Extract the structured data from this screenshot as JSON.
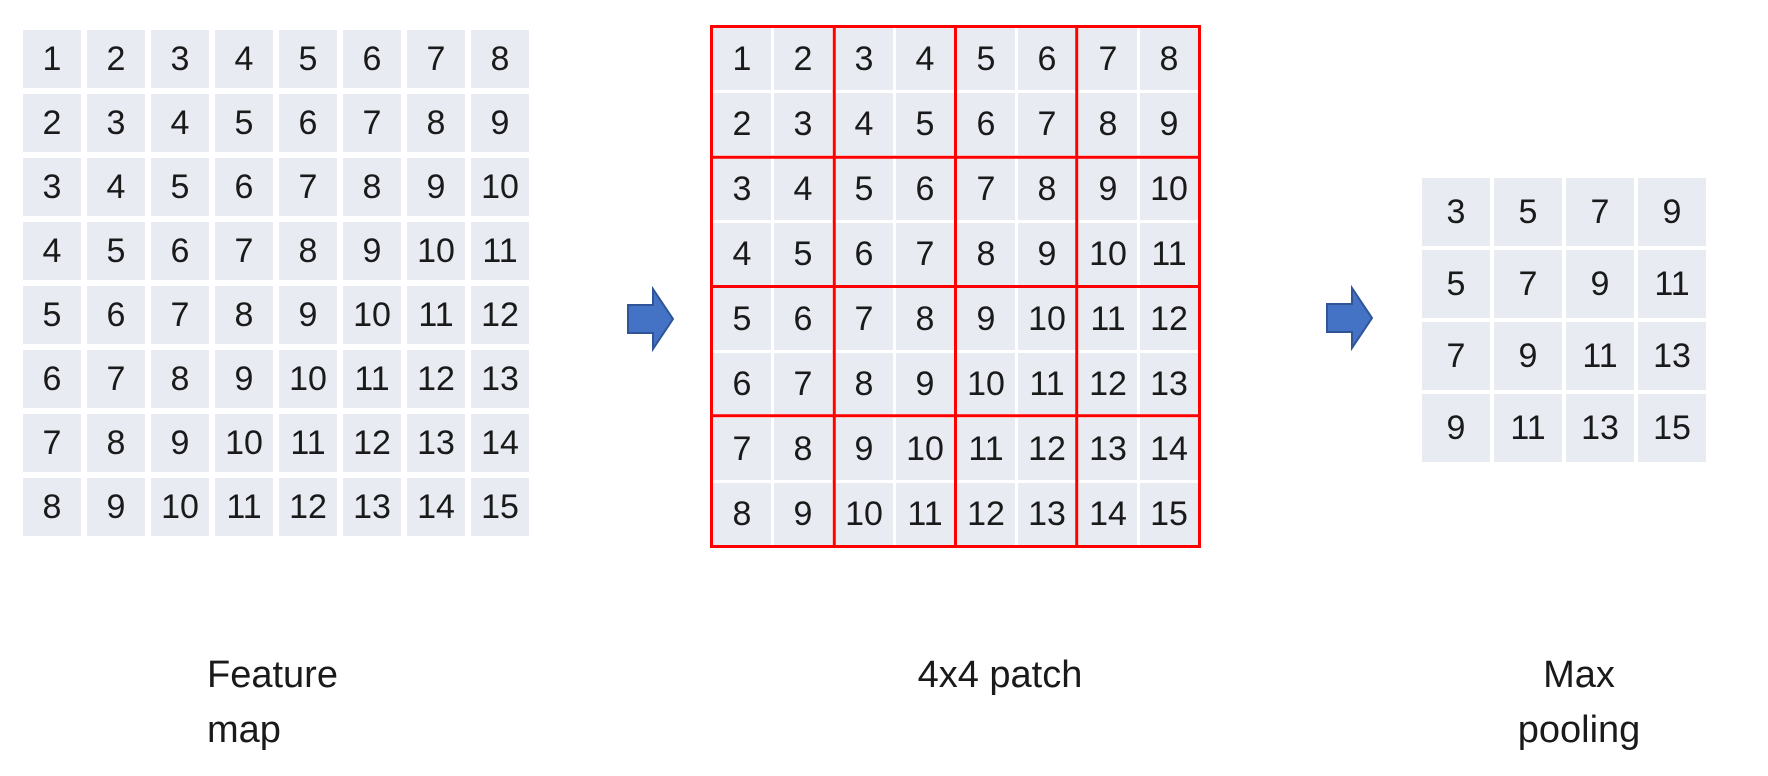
{
  "colors": {
    "cell_bg": "#E9EBF3",
    "grid_gap": "#FFFFFF",
    "patch_outline": "#FF0000",
    "arrow_fill": "#4472C4",
    "arrow_stroke": "#2F5597",
    "text": "#1A1A1A"
  },
  "feature_map": {
    "caption_lines": [
      "Feature",
      "map"
    ],
    "rows": [
      [
        1,
        2,
        3,
        4,
        5,
        6,
        7,
        8
      ],
      [
        2,
        3,
        4,
        5,
        6,
        7,
        8,
        9
      ],
      [
        3,
        4,
        5,
        6,
        7,
        8,
        9,
        10
      ],
      [
        4,
        5,
        6,
        7,
        8,
        9,
        10,
        11
      ],
      [
        5,
        6,
        7,
        8,
        9,
        10,
        11,
        12
      ],
      [
        6,
        7,
        8,
        9,
        10,
        11,
        12,
        13
      ],
      [
        7,
        8,
        9,
        10,
        11,
        12,
        13,
        14
      ],
      [
        8,
        9,
        10,
        11,
        12,
        13,
        14,
        15
      ]
    ]
  },
  "patch_view": {
    "caption": "4x4 patch",
    "patch_size": "2x2",
    "rows": [
      [
        1,
        2,
        3,
        4,
        5,
        6,
        7,
        8
      ],
      [
        2,
        3,
        4,
        5,
        6,
        7,
        8,
        9
      ],
      [
        3,
        4,
        5,
        6,
        7,
        8,
        9,
        10
      ],
      [
        4,
        5,
        6,
        7,
        8,
        9,
        10,
        11
      ],
      [
        5,
        6,
        7,
        8,
        9,
        10,
        11,
        12
      ],
      [
        6,
        7,
        8,
        9,
        10,
        11,
        12,
        13
      ],
      [
        7,
        8,
        9,
        10,
        11,
        12,
        13,
        14
      ],
      [
        8,
        9,
        10,
        11,
        12,
        13,
        14,
        15
      ]
    ]
  },
  "max_pooling": {
    "caption_lines": [
      "Max",
      "pooling"
    ],
    "rows": [
      [
        3,
        5,
        7,
        9
      ],
      [
        5,
        7,
        9,
        11
      ],
      [
        7,
        9,
        11,
        13
      ],
      [
        9,
        11,
        13,
        15
      ]
    ]
  }
}
